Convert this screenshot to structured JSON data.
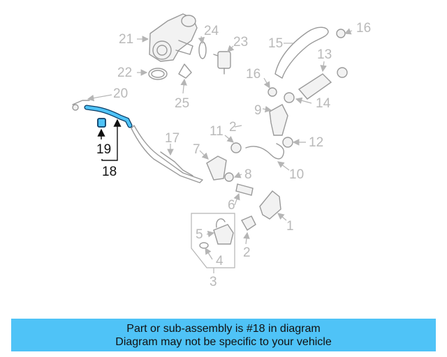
{
  "diagram": {
    "callouts": [
      "1",
      "2",
      "3",
      "4",
      "5",
      "6",
      "7",
      "8",
      "9",
      "10",
      "11",
      "12",
      "13",
      "14",
      "15",
      "16",
      "17",
      "18",
      "19",
      "20",
      "21",
      "22",
      "23",
      "24",
      "25"
    ],
    "highlighted_part": "18",
    "highlight_color": "#4fc3f7"
  },
  "banner": {
    "line1": "Part or sub-assembly is #18 in diagram",
    "line2": "Diagram may not be specific to your vehicle",
    "color": "#4fc3f7"
  }
}
